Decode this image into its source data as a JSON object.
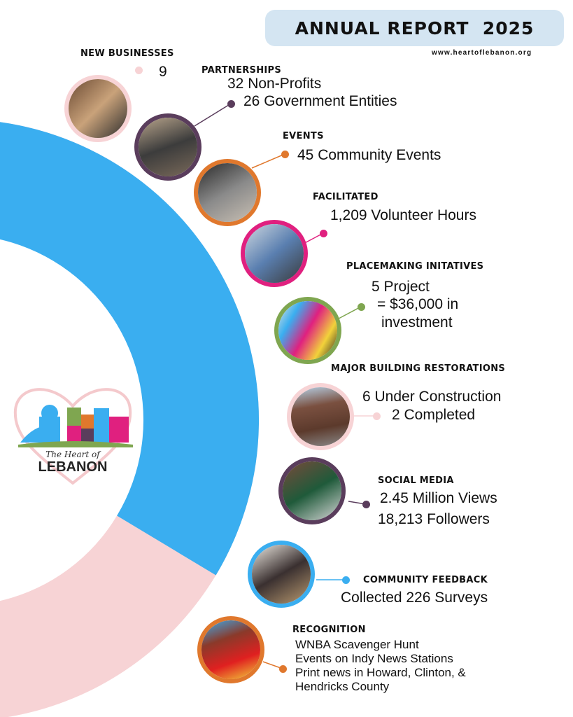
{
  "header": {
    "title": "ANNUAL REPORT  2025",
    "url": "www.heartoflebanon.org"
  },
  "logo": {
    "text_top": "The Heart of",
    "text_bottom": "LEBANON"
  },
  "colors": {
    "blue": "#3aaef0",
    "pink": "#f7d3d5",
    "purple": "#5a3d5c",
    "orange": "#e0782d",
    "magenta": "#e0207f",
    "green": "#7fa650",
    "title_bg": "#d4e5f2"
  },
  "stats": [
    {
      "label": "NEW BUSINESSES",
      "lines": [
        "9"
      ]
    },
    {
      "label": "PARTNERSHIPS",
      "lines": [
        "32 Non-Profits",
        "26 Government Entities"
      ]
    },
    {
      "label": "EVENTS",
      "lines": [
        "45 Community Events"
      ]
    },
    {
      "label": "FACILITATED",
      "lines": [
        "1,209 Volunteer Hours"
      ]
    },
    {
      "label": "PLACEMAKING INITATIVES",
      "lines": [
        "5 Project",
        "= $36,000 in",
        "investment"
      ]
    },
    {
      "label": "MAJOR BUILDING RESTORATIONS",
      "lines": [
        "6 Under Construction",
        "2 Completed"
      ]
    },
    {
      "label": "SOCIAL MEDIA",
      "lines": [
        "2.45 Million Views",
        "18,213 Followers"
      ]
    },
    {
      "label": "COMMUNITY FEEDBACK",
      "lines": [
        "Collected 226 Surveys"
      ]
    },
    {
      "label": "RECOGNITION",
      "lines": [
        "WNBA Scavenger Hunt",
        "Events on Indy News Stations",
        "Print news in Howard, Clinton, &",
        "Hendricks County"
      ]
    }
  ]
}
